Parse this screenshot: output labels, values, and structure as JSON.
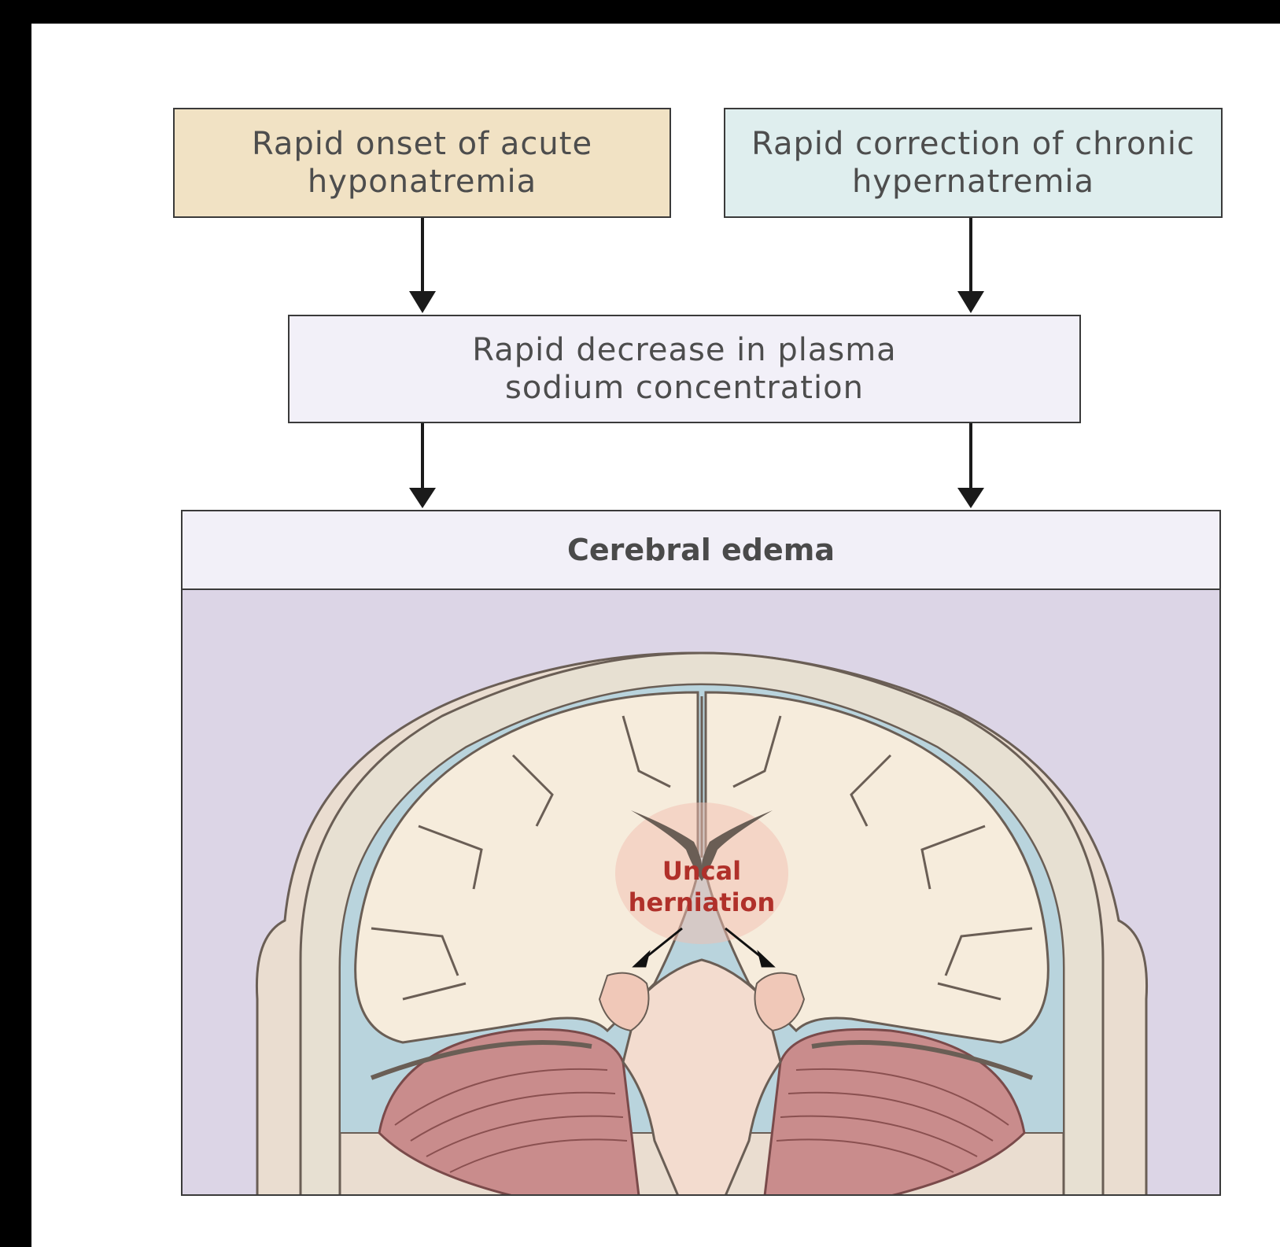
{
  "flowchart": {
    "box_acute": "Rapid onset of acute hyponatremia",
    "box_chronic": "Rapid correction of chronic hypernatremia",
    "box_decrease": "Rapid decrease in plasma sodium concentration",
    "box_edema": "Cerebral edema"
  },
  "illustration": {
    "subject": "coronal section of brain within skull",
    "label_line1": "Uncal",
    "label_line2": "herniation"
  },
  "colors": {
    "acute_fill": "#f1e2c4",
    "chronic_fill": "#dfeeee",
    "decrease_fill": "#f2f0f8",
    "panel_fill": "#dcd5e6",
    "label_red": "#b0302a"
  }
}
